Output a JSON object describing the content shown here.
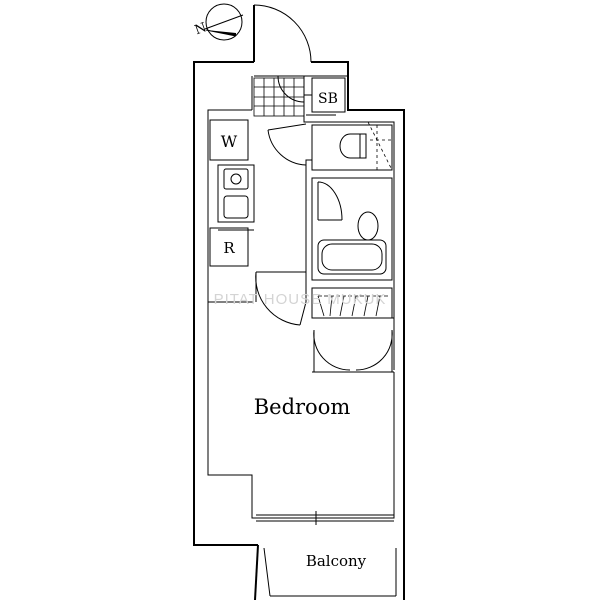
{
  "labels": {
    "walkin": "W",
    "refrigerator": "R",
    "shoebox": "SB",
    "bedroom": "Bedroom",
    "balcony": "Balcony"
  },
  "watermark": "PITAT HOUSE MUKUK",
  "compass": {
    "letter": "N"
  },
  "colors": {
    "line": "#000000",
    "watermark": "#d4d4d4",
    "background": "#ffffff"
  }
}
